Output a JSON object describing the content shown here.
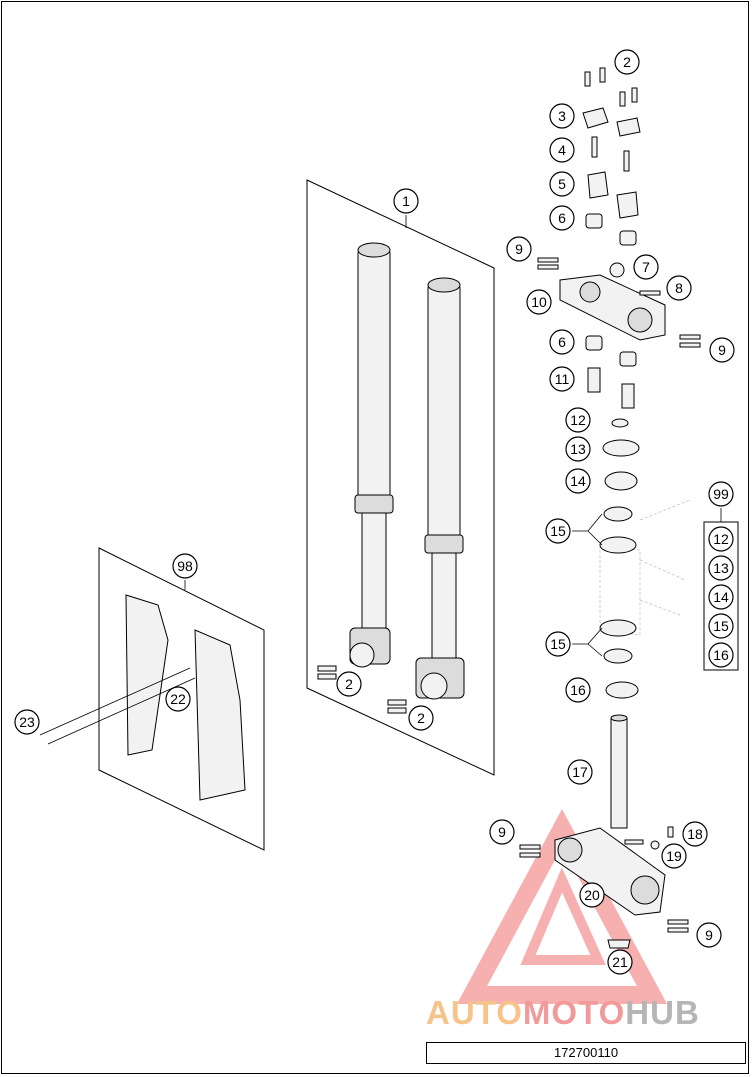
{
  "diagram": {
    "callouts": [
      {
        "id": "c1",
        "label": "1"
      },
      {
        "id": "c2a",
        "label": "2"
      },
      {
        "id": "c2b",
        "label": "2"
      },
      {
        "id": "c2c",
        "label": "2"
      },
      {
        "id": "c3",
        "label": "3"
      },
      {
        "id": "c4",
        "label": "4"
      },
      {
        "id": "c5",
        "label": "5"
      },
      {
        "id": "c6a",
        "label": "6"
      },
      {
        "id": "c6b",
        "label": "6"
      },
      {
        "id": "c7",
        "label": "7"
      },
      {
        "id": "c8",
        "label": "8"
      },
      {
        "id": "c9a",
        "label": "9"
      },
      {
        "id": "c9b",
        "label": "9"
      },
      {
        "id": "c9c",
        "label": "9"
      },
      {
        "id": "c9d",
        "label": "9"
      },
      {
        "id": "c10",
        "label": "10"
      },
      {
        "id": "c11",
        "label": "11"
      },
      {
        "id": "c12",
        "label": "12"
      },
      {
        "id": "c13",
        "label": "13"
      },
      {
        "id": "c14",
        "label": "14"
      },
      {
        "id": "c15a",
        "label": "15"
      },
      {
        "id": "c15b",
        "label": "15"
      },
      {
        "id": "c16",
        "label": "16"
      },
      {
        "id": "c17",
        "label": "17"
      },
      {
        "id": "c18",
        "label": "18"
      },
      {
        "id": "c19",
        "label": "19"
      },
      {
        "id": "c20",
        "label": "20"
      },
      {
        "id": "c21",
        "label": "21"
      },
      {
        "id": "c22",
        "label": "22"
      },
      {
        "id": "c23",
        "label": "23"
      },
      {
        "id": "c98",
        "label": "98"
      },
      {
        "id": "c99",
        "label": "99"
      }
    ],
    "kit_99_items": [
      "12",
      "13",
      "14",
      "15",
      "16"
    ]
  },
  "watermark": {
    "part1": "AUTO",
    "part2": "MOTO",
    "part3": "HUB"
  },
  "drawing_number": "172700110",
  "colors": {
    "line": "#000000",
    "watermark_red": "#f29a9a",
    "watermark_orange": "#f6c48a",
    "watermark_gray": "#b5b5b5"
  }
}
